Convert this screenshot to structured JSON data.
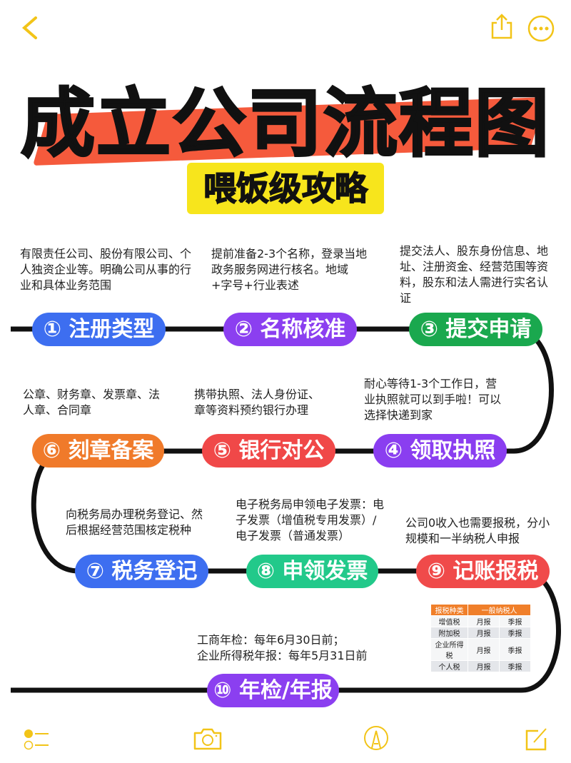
{
  "nav": {
    "back": "back-icon",
    "share": "share-icon",
    "more": "more-icon"
  },
  "header": {
    "title": "成立公司流程图",
    "subtitle": "喂饭级攻略"
  },
  "steps": [
    {
      "label": "① 注册类型",
      "desc": "有限责任公司、股份有限公司、个人独资企业等。明确公司从事的行业和具体业务范围",
      "color": "#3d6ef0"
    },
    {
      "label": "② 名称核准",
      "desc": "提前准备2-3个名称，登录当地政务服务网进行核名。地域+字号+行业表述",
      "color": "#8b3ff0"
    },
    {
      "label": "③ 提交申请",
      "desc": "提交法人、股东身份信息、地址、注册资金、经营范围等资料，股东和法人需进行实名认证",
      "color": "#1aa84e"
    },
    {
      "label": "④ 领取执照",
      "desc": "耐心等待1-3个工作日，营业执照就可以到手啦！可以选择快递到家",
      "color": "#8a3ef0"
    },
    {
      "label": "⑤ 银行对公",
      "desc": "携带执照、法人身份证、章等资料预约银行办理",
      "color": "#f04848"
    },
    {
      "label": "⑥ 刻章备案",
      "desc": "公章、财务章、发票章、法人章、合同章",
      "color": "#f07a2a"
    },
    {
      "label": "⑦ 税务登记",
      "desc": "向税务局办理税务登记、然后根据经营范围核定税种",
      "color": "#3d6ef0"
    },
    {
      "label": "⑧ 申领发票",
      "desc": "电子税务局申领电子发票：电子发票（增值税专用发票）/电子发票（普通发票）",
      "color": "#22c98a"
    },
    {
      "label": "⑨ 记账报税",
      "desc": "公司0收入也需要报税，分小规模和一半纳税人申报",
      "color": "#f04a4a"
    },
    {
      "label": "⑩ 年检/年报",
      "desc1": "工商年检：每年6月30日前；",
      "desc2": "企业所得税年报：每年5月31日前",
      "color": "#8b3ff0"
    }
  ],
  "tax_table": {
    "headers": [
      "报税种类",
      "一般纳税人"
    ],
    "rows": [
      [
        "增值税",
        "月报",
        "季报"
      ],
      [
        "附加税",
        "月报",
        "季报"
      ],
      [
        "企业所得税",
        "月报",
        "季报"
      ],
      [
        "个人税",
        "月报",
        "季报"
      ]
    ]
  },
  "toolbar": [
    "checklist-icon",
    "camera-icon",
    "markup-icon",
    "compose-icon"
  ],
  "accent": "#f2c418"
}
